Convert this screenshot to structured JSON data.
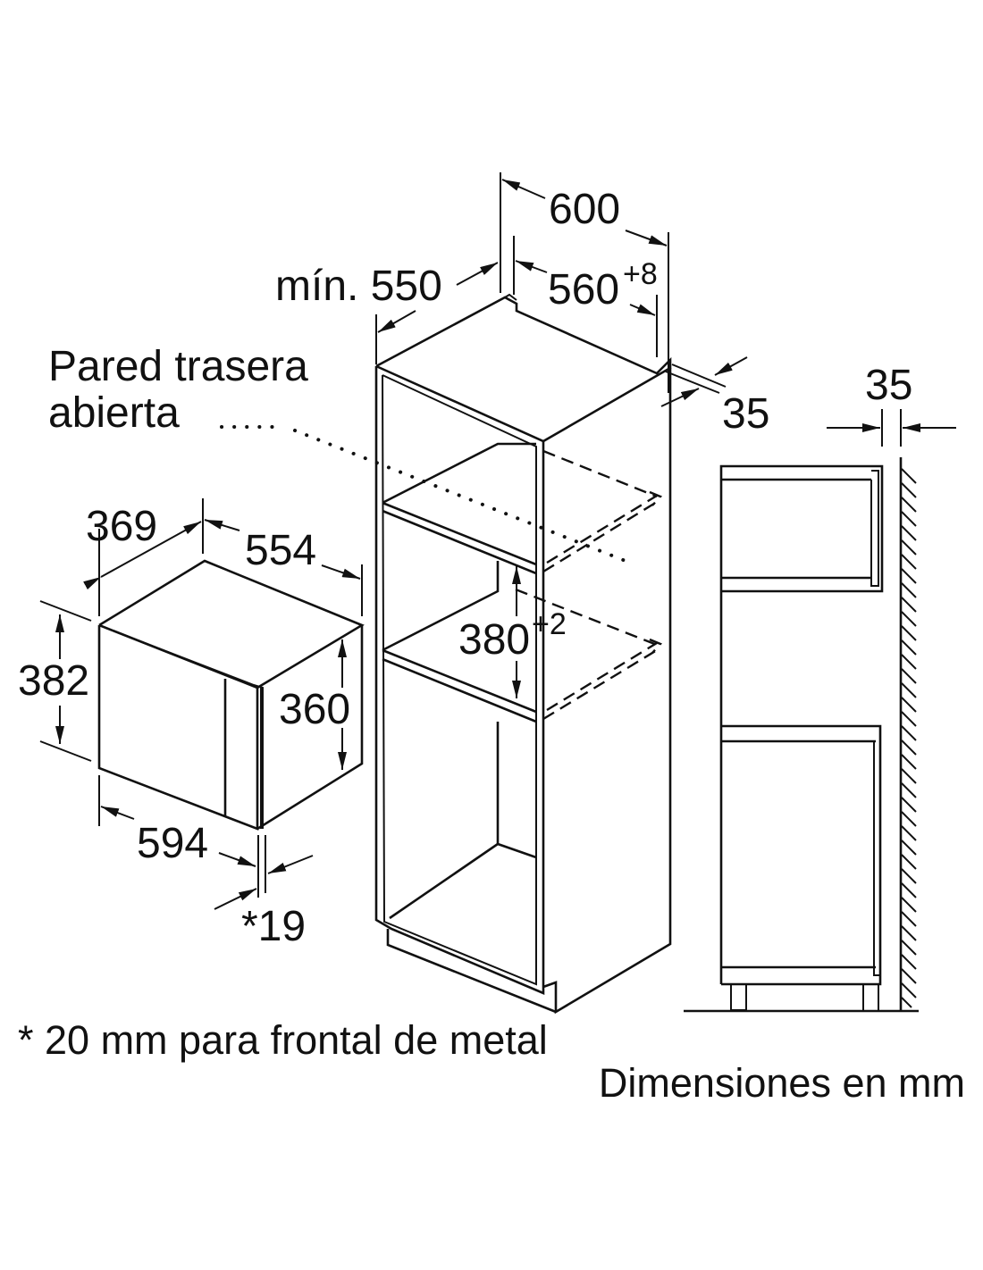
{
  "title": "Built-in microwave installation dimensions",
  "labels": {
    "depth_min": "mín. 550",
    "width_outer": "600",
    "width_inner": "560",
    "width_inner_tol": "+8",
    "back_gap_top": "35",
    "back_gap_side": "35",
    "open_back_line1": "Pared trasera",
    "open_back_line2": "abierta",
    "appliance_depth": "369",
    "appliance_width_side": "554",
    "appliance_height": "382",
    "appliance_body_height": "360",
    "appliance_front_width": "594",
    "front_panel": "*19",
    "niche_height": "380",
    "niche_height_tol": "+2"
  },
  "footnotes": {
    "metal_front": "* 20 mm para frontal de metal",
    "units": "Dimensiones en mm"
  },
  "colors": {
    "line": "#111111",
    "background": "#ffffff"
  }
}
